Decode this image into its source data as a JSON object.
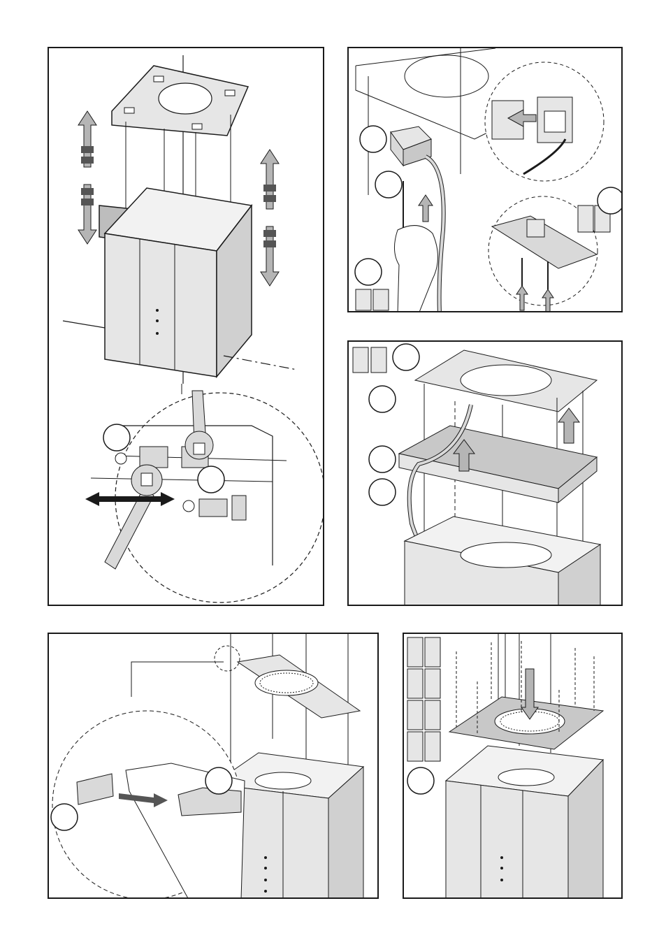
{
  "colors": {
    "line": "#1a1a1a",
    "metal_light": "#e6e6e6",
    "metal_mid": "#c8c8c8",
    "metal_dark": "#9a9a9a",
    "arrow_fill": "#b5b5b5",
    "paper": "#ffffff"
  },
  "panels": [
    {
      "id": "step-1",
      "content": "chimney-hood-lift-and-bracket-with-wrench-detail"
    },
    {
      "id": "step-2",
      "content": "electrical-connection-terminal-block-and-screws"
    },
    {
      "id": "step-3",
      "content": "mounting-frame-attached-to-ceiling-plate"
    },
    {
      "id": "step-4",
      "content": "filter-grille-insertion-detail"
    },
    {
      "id": "step-5",
      "content": "top-plate-screw-fixing"
    }
  ],
  "icons": [
    "arrow-up-icon",
    "arrow-down-icon",
    "arrow-left-right-icon",
    "screw-icon",
    "wrench-icon",
    "screwdriver-icon",
    "callout-circle-icon",
    "detail-magnifier-icon"
  ]
}
